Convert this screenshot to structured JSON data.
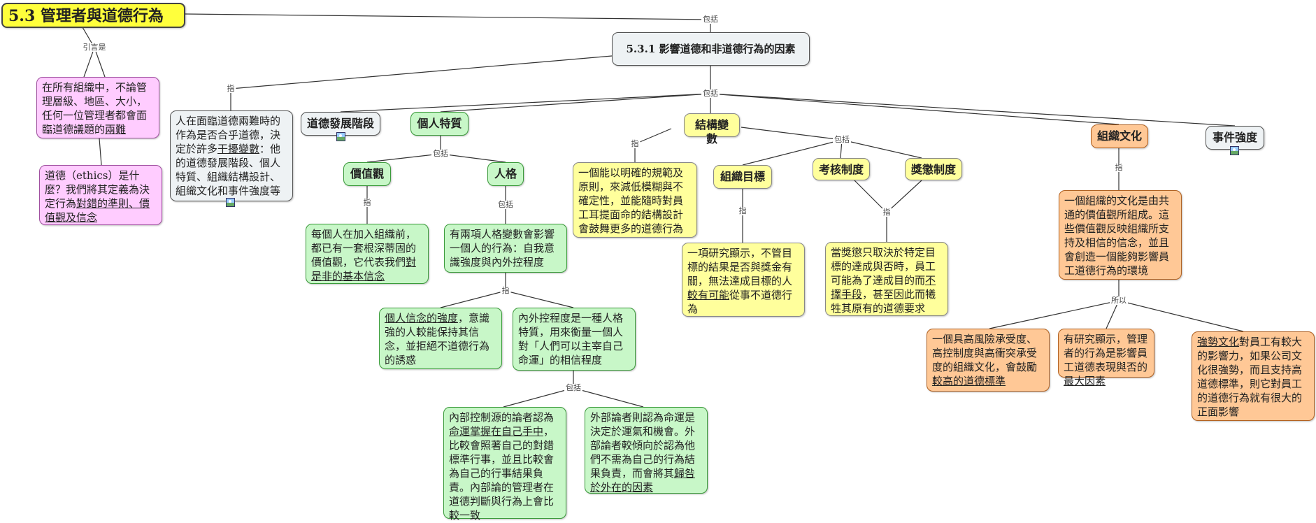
{
  "title": "5.3  管理者與道德行為",
  "link_labels": {
    "l1": "包括",
    "l2": "引言是",
    "l3": "指",
    "l4": "包括",
    "l5": "包括",
    "l6": "指",
    "l7": "包括",
    "l8": "指",
    "l9": "包括",
    "l10": "指",
    "l11": "包括",
    "l12": "指",
    "l13": "指",
    "l14": "指",
    "l15": "所以"
  },
  "nodes": {
    "factors": "5.3.1  影響道德和非道德行為的因素",
    "intro": {
      "a": "在所有組織中，不論管理層級、地區、大小，任何一位管理者都會面臨道德議題的",
      "u": "兩難"
    },
    "ethics": {
      "a": "道德（ethics）是什麼？我們將其定義為決定行為",
      "u": "對錯的準則、價值觀及信念"
    },
    "dilemma": {
      "a": "人在面臨道德兩難時的作為是否合乎道德，決定於許多",
      "u": "干擾變數",
      "b": "：他的道德發展階段、個人特質、組織結構設計、組織文化和事件強度等"
    },
    "moral_stage": "道德發展階段",
    "personal": "個人特質",
    "values": "價值觀",
    "personality": "人格",
    "values_def": {
      "a": "每個人在加入組織前，都已有一套根深蒂固的價值觀，它代表我們",
      "u": "對是非的基本信念"
    },
    "two_vars": "有兩項人格變數會影響一個人的行為：自我意識強度與內外控程度",
    "ego": {
      "u": "個人信念的強度",
      "b": "，意識強的人較能保持其信念，並拒絕不道德行為的誘惑"
    },
    "locus": "內外控程度是一種人格特質，用來衡量一個人對「人們可以主宰自己命運」的相信程度",
    "internal": {
      "a": "內部控制源的論者認為",
      "u": "命運掌握在自己手中",
      "b": "，比較會照著自己的對錯標準行事，並且比較會為自己的行事結果負責。內部論的管理者在道德判斷與行為上會比較一致"
    },
    "external": {
      "a": "外部論者則認為命運是決定於運氣和機會。外部論者較傾向於認為他們不需為自己的行為結果負責，而會將其",
      "u": "歸咎於外在的因素"
    },
    "structural": "結構變數",
    "struct_def": "一個能以明確的規範及原則，來減低模糊與不確定性，並能隨時對員工耳提面命的結構設計會鼓舞更多的道德行為",
    "goals": "組織目標",
    "appraisal": "考核制度",
    "reward": "獎懲制度",
    "goals_def": {
      "a": "一項研究顯示，不管目標的結果是否與獎金有關，無法達成目標的人",
      "u": "較有可能",
      "b": "從事不道德行為"
    },
    "reward_def": {
      "a": "當獎懲只取決於特定目標的達成與否時，員工可能為了達成目的而",
      "u": "不擇手段",
      "b": "，甚至因此而犧牲其原有的道德要求"
    },
    "culture": "組織文化",
    "intensity": "事件強度",
    "culture_def": "一個組織的文化是由共通的價值觀所組成。這些價值觀反映組織所支持及相信的信念，並且會創造一個能夠影響員工道德行為的環境",
    "risk": {
      "a": "一個具高風險承受度、高控制度與高衝突承受度的組織文化，會鼓勵",
      "u": "較高的道德標準"
    },
    "research": {
      "a": "有研究顯示，管理者的行為是影響員工道德表現與否的",
      "u": "最大因素"
    },
    "strong": {
      "u": "強勢文化",
      "b": "對員工有較大的影響力，如果公司文化很強勢，而且支持高道德標準，則它對員工的道德行為就有很大的正面影響"
    }
  },
  "colors": {
    "title": "#ffff3c",
    "yellow": "#ffff9c",
    "green": "#c8f7c8",
    "pink": "#ffccff",
    "grey": "#eef2f4",
    "orange": "#ffc896",
    "line": "#333333"
  },
  "icons": [
    "image-icon"
  ]
}
